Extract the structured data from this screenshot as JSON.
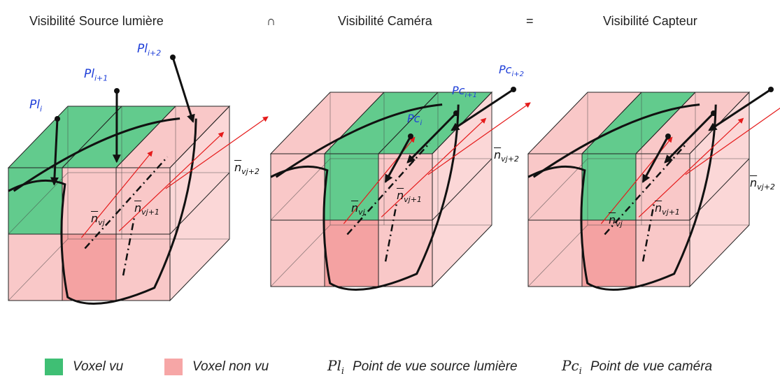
{
  "headers": {
    "light": "Visibilité Source lumière",
    "op_intersect": "∩",
    "camera": "Visibilité Caméra",
    "op_equals": "=",
    "sensor": "Visibilité Capteur"
  },
  "colors": {
    "seen": "#3fbf74",
    "unseen": "#f6a6a6",
    "unseen_dark": "#f07a7a",
    "label_blue": "#1f3fd8",
    "normal_red": "#e51b1b"
  },
  "labels": {
    "pl_i": "Pl",
    "pl_i_sub": "i",
    "pl_i1": "Pl",
    "pl_i1_sub": "i+1",
    "pl_i2": "Pl",
    "pl_i2_sub": "i+2",
    "pc_i": "Pc",
    "pc_i_sub": "i",
    "pc_i1": "Pc",
    "pc_i1_sub": "i+1",
    "pc_i2": "Pc",
    "pc_i2_sub": "i+2",
    "n": "n",
    "n_vj": "vj",
    "n_vj1": "vj+1",
    "n_vj2": "vj+2"
  },
  "legend": {
    "seen": "Voxel vu",
    "unseen": "Voxel non vu",
    "pl_symbol": "Pl",
    "pl_sub": "i",
    "pl_text": "Point de vue source lumière",
    "pc_symbol": "Pc",
    "pc_sub": "i",
    "pc_text": "Point de vue caméra"
  },
  "panels": [
    {
      "name": "light",
      "seen": [
        "t1",
        "t2",
        "f1"
      ]
    },
    {
      "name": "camera",
      "seen": [
        "t2",
        "t3",
        "f2"
      ]
    },
    {
      "name": "sensor",
      "seen": [
        "t2",
        "f2"
      ]
    }
  ]
}
